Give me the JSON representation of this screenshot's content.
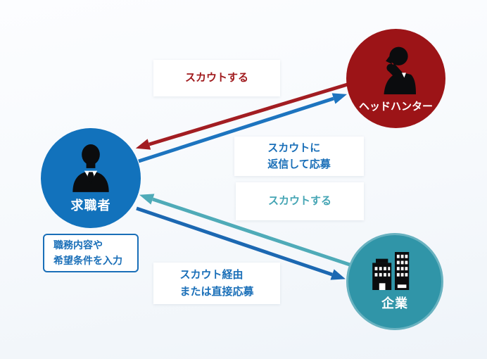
{
  "diagram": {
    "description": "Scout / application flow between job seeker, headhunter and company",
    "nodes": {
      "job_seeker": {
        "label": "求職者",
        "color": "#1272bc"
      },
      "headhunter": {
        "label": "ヘッドハンター",
        "color": "#9c1417"
      },
      "company": {
        "label": "企業",
        "color": "#3095a8"
      }
    },
    "labels": {
      "scout_by_headhunter": {
        "text": "スカウトする",
        "color": "#a01a1d"
      },
      "reply_to_scout": {
        "line1": "スカウトに",
        "line2": "返信して応募",
        "color": "#1a6fb8"
      },
      "scout_by_company": {
        "text": "スカウトする",
        "color": "#45a5b4"
      },
      "input_profile": {
        "line1": "職務内容や",
        "line2": "希望条件を入力",
        "color": "#1a6fb8"
      },
      "apply_to_company": {
        "line1": "スカウト経由",
        "line2": "または直接応募",
        "color": "#1a6fb8"
      }
    },
    "arrows": {
      "headhunter_scouts_job_seeker": {
        "from": "headhunter",
        "to": "job_seeker",
        "color": "#a21d22"
      },
      "job_seeker_replies_to_headhunter": {
        "from": "job_seeker",
        "to": "headhunter",
        "color": "#1d74bf"
      },
      "company_scouts_job_seeker": {
        "from": "company",
        "to": "job_seeker",
        "color": "#4fabb8"
      },
      "job_seeker_applies_to_company": {
        "from": "job_seeker",
        "to": "company",
        "color": "#1c68b2"
      }
    }
  }
}
